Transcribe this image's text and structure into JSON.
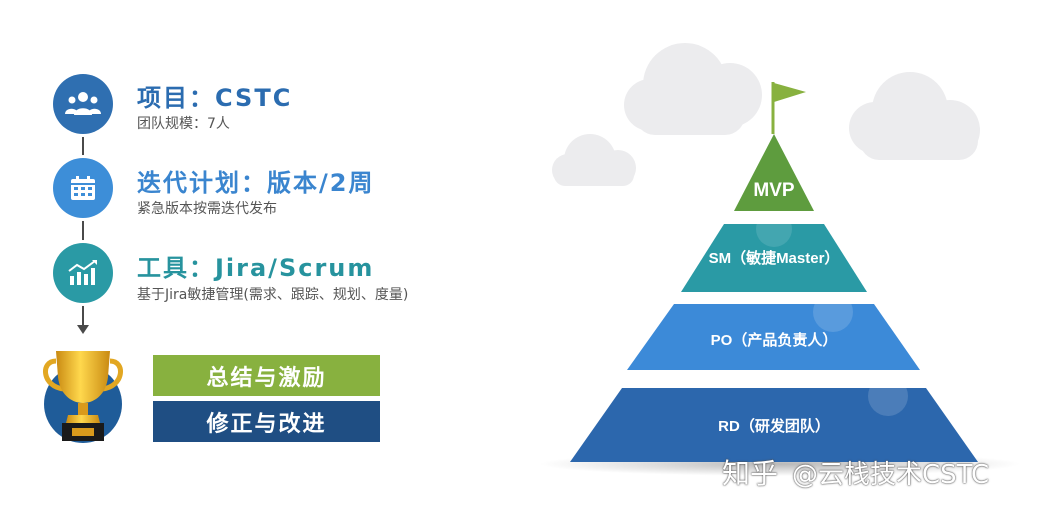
{
  "items": [
    {
      "title": "项目：CSTC",
      "subtitle": "团队规模：7人",
      "icon": "team-icon",
      "color": "#2f6fb1"
    },
    {
      "title": "迭代计划：版本/2周",
      "subtitle": "紧急版本按需迭代发布",
      "icon": "calendar-icon",
      "color": "#3d8ed8"
    },
    {
      "title": "工具：Jira/Scrum",
      "subtitle": "基于Jira敏捷管理(需求、跟踪、规划、度量)",
      "icon": "bar-chart-icon",
      "color": "#2a9aa5"
    }
  ],
  "actions": {
    "summary_label": "总结与激励",
    "summary_color": "#88b13f",
    "fix_label": "修正与改进",
    "fix_color": "#1f4e83"
  },
  "pyramid": {
    "levels": [
      {
        "label": "MVP",
        "color": "#5e9c3e"
      },
      {
        "label": "SM（敏捷Master）",
        "color": "#2a9aa5"
      },
      {
        "label": "PO（产品负责人）",
        "color": "#3c8ad8"
      },
      {
        "label": "RD（研发团队）",
        "color": "#2c67ad"
      }
    ],
    "flag_color": "#88b13f"
  },
  "watermark": {
    "brand": "知乎",
    "handle": "@云栈技术CSTC"
  }
}
